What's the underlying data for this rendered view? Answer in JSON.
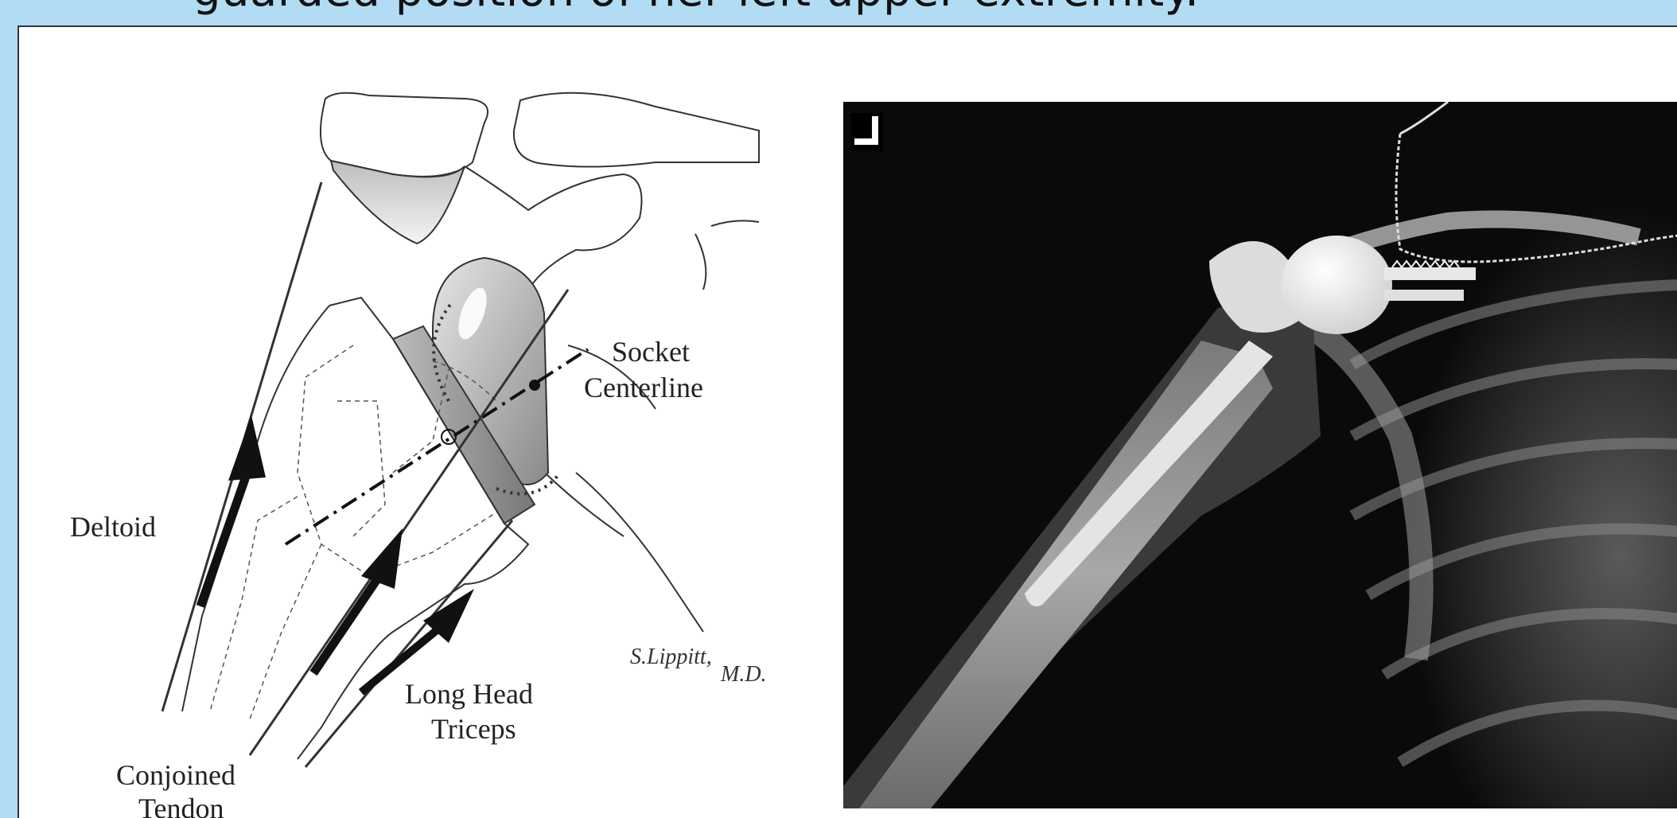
{
  "slide": {
    "title": "guarded position of her left upper extremity."
  },
  "diagram": {
    "labels": {
      "socket": "Socket",
      "centerline": "Centerline",
      "deltoid": "Deltoid",
      "long_head": "Long Head",
      "triceps": "Triceps",
      "conjoined": "Conjoined",
      "tendon": "Tendon"
    },
    "signature_name": "S.Lippitt,",
    "signature_title": "M.D."
  },
  "xray": {
    "marker": "L"
  },
  "colors": {
    "background": "#b2dcf3",
    "panel": "#ffffff",
    "xray_bg": "#0a0a0a"
  }
}
